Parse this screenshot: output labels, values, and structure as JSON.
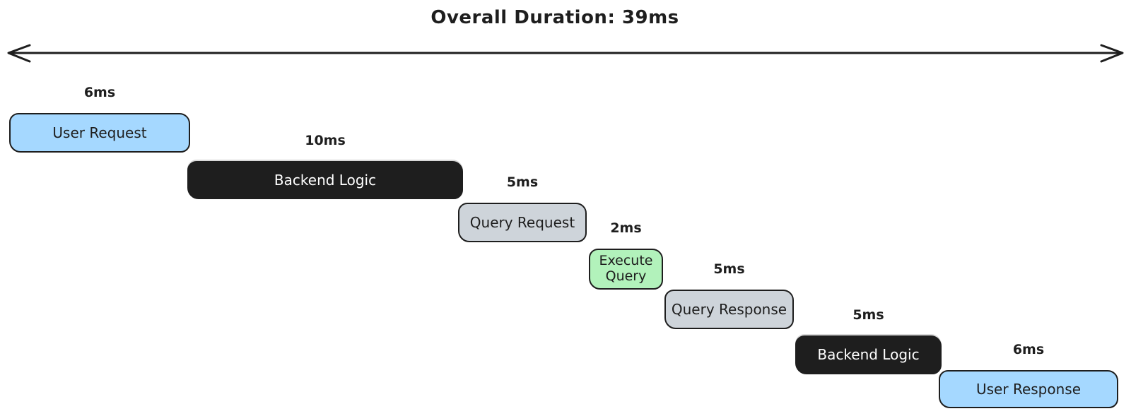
{
  "title": "Overall Duration: 39ms",
  "colors": {
    "background": "#ffffff",
    "stroke": "#1e1e1e",
    "blue_fill": "#a5d8ff",
    "black_fill": "#1e1e1e",
    "gray_fill": "#ced4da",
    "green_fill": "#b2f2bb"
  },
  "arrow": {
    "name": "overall-duration-span-arrow",
    "direction": "double-headed"
  },
  "timeline": {
    "total_duration": "39ms",
    "steps": [
      {
        "label": "User Request",
        "duration": "6ms",
        "fill": "#a5d8ff",
        "text_color": "#1e1e1e"
      },
      {
        "label": "Backend Logic",
        "duration": "10ms",
        "fill": "#1e1e1e",
        "text_color": "#ffffff"
      },
      {
        "label": "Query Request",
        "duration": "5ms",
        "fill": "#ced4da",
        "text_color": "#1e1e1e"
      },
      {
        "label": "Execute Query",
        "duration": "2ms",
        "fill": "#b2f2bb",
        "text_color": "#1e1e1e"
      },
      {
        "label": "Query Response",
        "duration": "5ms",
        "fill": "#ced4da",
        "text_color": "#1e1e1e"
      },
      {
        "label": "Backend Logic",
        "duration": "5ms",
        "fill": "#1e1e1e",
        "text_color": "#ffffff"
      },
      {
        "label": "User Response",
        "duration": "6ms",
        "fill": "#a5d8ff",
        "text_color": "#1e1e1e"
      }
    ]
  }
}
